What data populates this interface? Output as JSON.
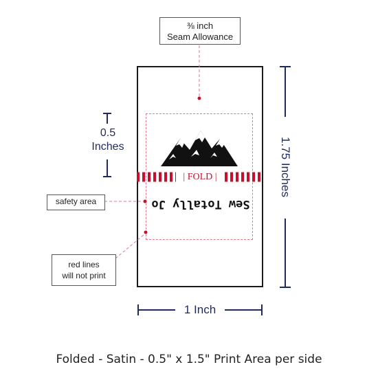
{
  "seam_callout": {
    "line1": "⅜ inch",
    "line2": "Seam Allowance"
  },
  "safety_callout": {
    "text": "safety area"
  },
  "redlines_callout": {
    "line1": "red lines",
    "line2": "will not print"
  },
  "label": {
    "fold_text": "| FOLD |",
    "brand_text": "Sew Totally Jo",
    "logo": "mountain-logo-icon"
  },
  "dimensions": {
    "height_half_line1": "0.5",
    "height_half_line2": "Inches",
    "height_total": "1.75 Inches",
    "width_total": "1 Inch"
  },
  "footer": {
    "caption": "Folded - Satin - 0.5\" x 1.5\" Print Area per side"
  },
  "colors": {
    "dimension": "#1f2a5a",
    "red": "#c8102e",
    "safety": "#e0788a",
    "border": "#1a1a1a"
  }
}
